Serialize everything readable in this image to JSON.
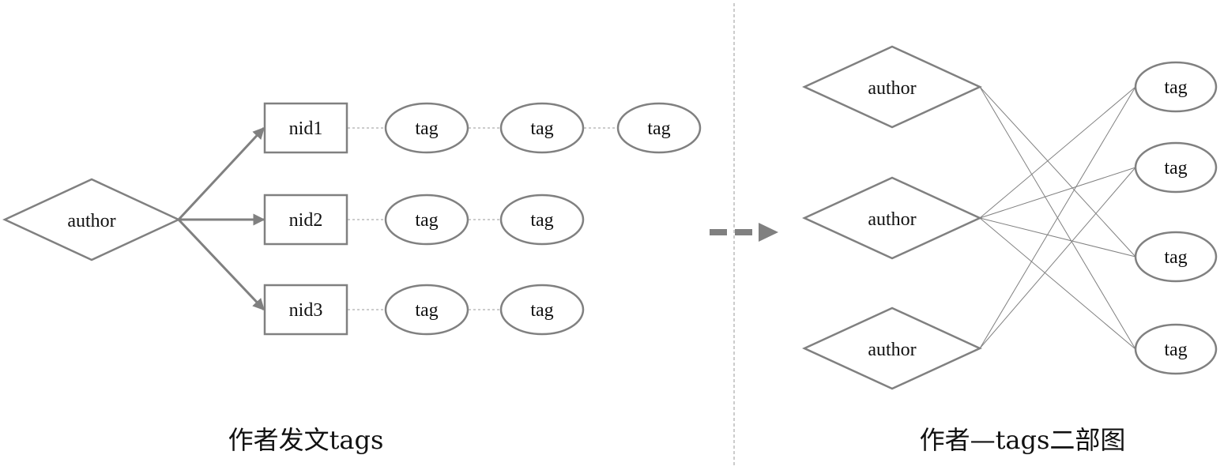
{
  "colors": {
    "stroke": "#808080",
    "text": "#111111",
    "background": "#ffffff"
  },
  "left": {
    "caption": "作者发文tags",
    "author_label": "author",
    "nids": [
      {
        "label": "nid1",
        "tags": [
          "tag",
          "tag",
          "tag"
        ]
      },
      {
        "label": "nid2",
        "tags": [
          "tag",
          "tag"
        ]
      },
      {
        "label": "nid3",
        "tags": [
          "tag",
          "tag"
        ]
      }
    ]
  },
  "right": {
    "caption": "作者—tags二部图",
    "authors": [
      "author",
      "author",
      "author"
    ],
    "tags": [
      "tag",
      "tag",
      "tag",
      "tag"
    ],
    "edges": [
      [
        0,
        2
      ],
      [
        0,
        3
      ],
      [
        1,
        0
      ],
      [
        1,
        1
      ],
      [
        1,
        2
      ],
      [
        1,
        3
      ],
      [
        2,
        0
      ],
      [
        2,
        1
      ]
    ]
  }
}
